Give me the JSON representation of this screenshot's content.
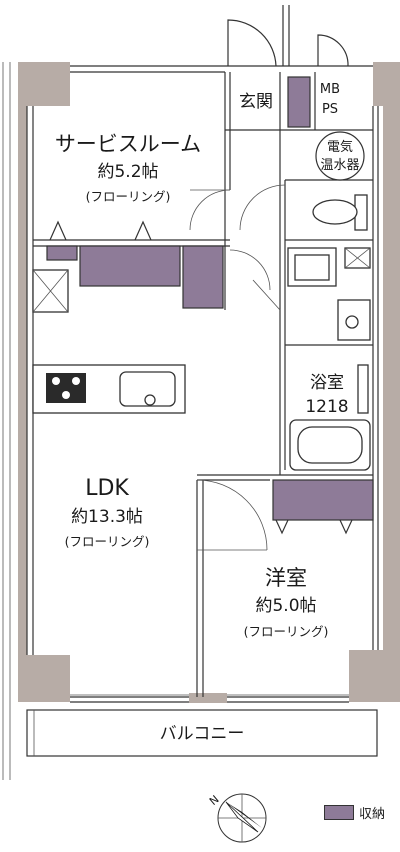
{
  "rooms": {
    "service_room": {
      "name": "サービスルーム",
      "area": "約5.2帖",
      "floor": "(フローリング)"
    },
    "ldk": {
      "name": "LDK",
      "area": "約13.3帖",
      "floor": "(フローリング)"
    },
    "western_room": {
      "name": "洋室",
      "area": "約5.0帖",
      "floor": "(フローリング)"
    },
    "bath": {
      "name": "浴室",
      "size": "1218"
    },
    "entrance": {
      "name": "玄関"
    },
    "balcony": {
      "name": "バルコニー"
    }
  },
  "fixtures": {
    "mb": "MB",
    "ps": "PS",
    "water_heater_line1": "電気",
    "water_heater_line2": "温水器"
  },
  "compass": {
    "north_label": "N"
  },
  "legend": {
    "storage_label": "収納",
    "storage_color": "#8e7b98"
  },
  "colors": {
    "wall": "#b7aca6",
    "storage": "#8e7b98",
    "line": "#333333"
  }
}
